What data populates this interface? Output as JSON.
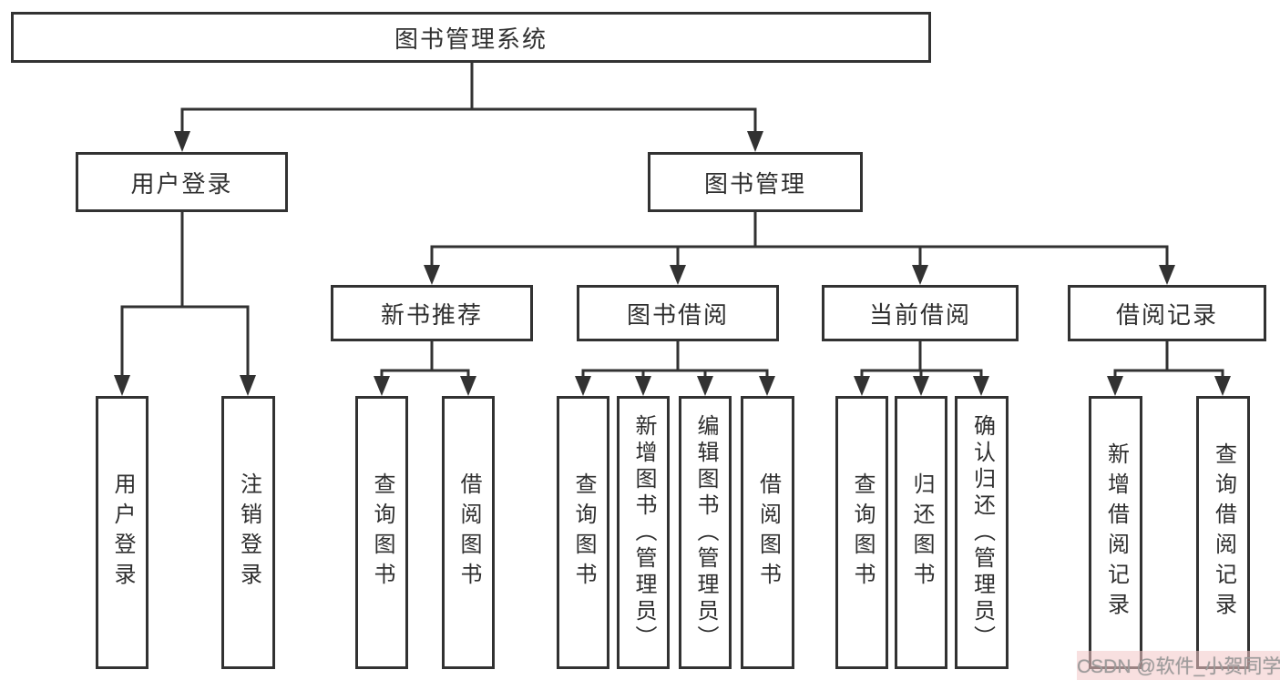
{
  "diagram_type": "hierarchy-tree",
  "colors": {
    "background": "#ffffff",
    "line": "#323232",
    "box_border": "#323232",
    "box_fill": "#ffffff",
    "text": "#2f2f2f",
    "watermark_text": "#9e9c9c",
    "watermark_bg": "#f3c6c6"
  },
  "watermark": {
    "text": "CSDN @软件_小贺同学"
  },
  "tree": {
    "root": {
      "label": "图书管理系统",
      "children": [
        {
          "label": "用户登录",
          "children": [
            {
              "label": "用户登录"
            },
            {
              "label": "注销登录"
            }
          ]
        },
        {
          "label": "图书管理",
          "children": [
            {
              "label": "新书推荐",
              "children": [
                {
                  "label": "查询图书"
                },
                {
                  "label": "借阅图书"
                }
              ]
            },
            {
              "label": "图书借阅",
              "children": [
                {
                  "label": "查询图书"
                },
                {
                  "label": "新增图书（管理员）"
                },
                {
                  "label": "编辑图书（管理员）"
                },
                {
                  "label": "借阅图书"
                }
              ]
            },
            {
              "label": "当前借阅",
              "children": [
                {
                  "label": "查询图书"
                },
                {
                  "label": "归还图书"
                },
                {
                  "label": "确认归还（管理员）"
                }
              ]
            },
            {
              "label": "借阅记录",
              "children": [
                {
                  "label": "新增借阅记录"
                },
                {
                  "label": "查询借阅记录"
                }
              ]
            }
          ]
        }
      ]
    }
  }
}
